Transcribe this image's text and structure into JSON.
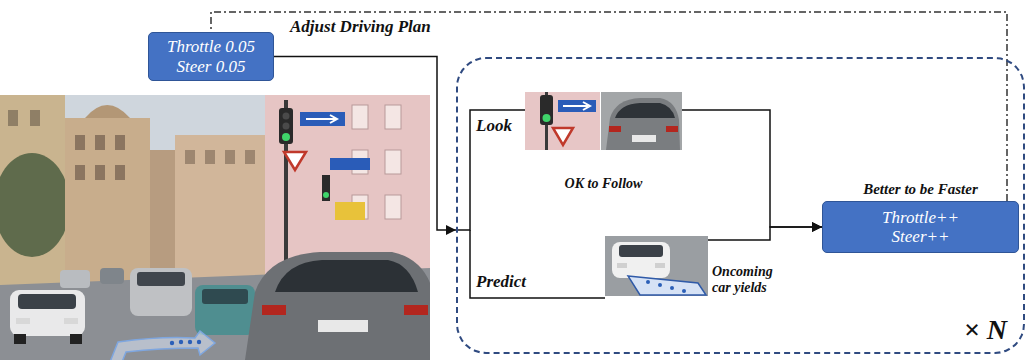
{
  "diagram": {
    "nodes": [
      {
        "text": [
          "Throttle 0.05 Steer 0.05"
        ]
      },
      {
        "text": [
          "× N"
        ]
      },
      {
        "text": [
          "OK to Follow"
        ],
        "in": 1
      },
      {
        "text": [
          "Oncoming car yields"
        ],
        "in": 1
      },
      {
        "text": [
          "Better to be Faster",
          "Throttle++ Steer++"
        ],
        "in": 1
      }
    ],
    "edges": [
      {
        "from": 0,
        "to": 1,
        "arrow": "to"
      },
      {
        "from": 2,
        "to": 4,
        "arrow": "to"
      },
      {
        "from": 3,
        "to": 4,
        "arrow": "to"
      },
      {
        "from": 4,
        "to": 0,
        "label": "Adjust Driving Plan",
        "arrow": "none"
      }
    ],
    "labels": [
      "Look",
      "Predict"
    ]
  }
}
